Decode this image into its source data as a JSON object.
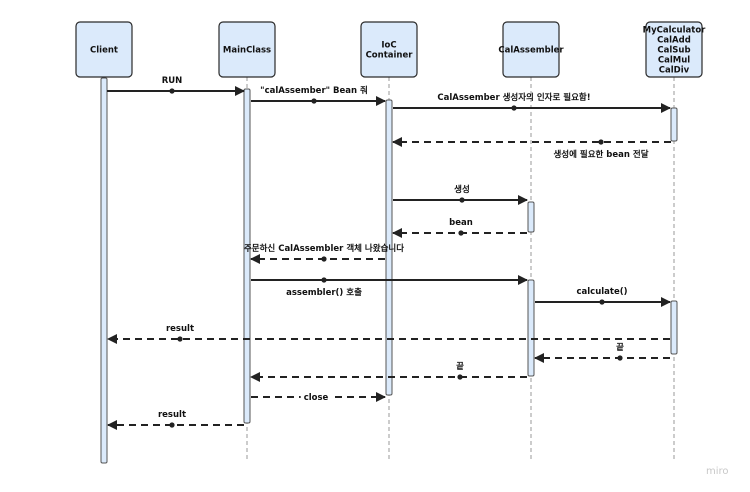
{
  "participants": [
    {
      "id": "client",
      "lines": [
        "Client"
      ]
    },
    {
      "id": "mainclass",
      "lines": [
        "MainClass"
      ]
    },
    {
      "id": "ioc",
      "lines": [
        "IoC",
        "Container"
      ]
    },
    {
      "id": "calassembler",
      "lines": [
        "CalAssembler"
      ]
    },
    {
      "id": "mycalculator",
      "lines": [
        "MyCalculator",
        "CalAdd",
        "CalSub",
        "CalMul",
        "CalDiv"
      ]
    }
  ],
  "messages": [
    {
      "from": "client",
      "to": "mainclass",
      "style": "solid",
      "label": "RUN",
      "label_pos": "above"
    },
    {
      "from": "mainclass",
      "to": "ioc",
      "style": "solid",
      "label": "\"calAssember\" Bean 줘",
      "label_pos": "above"
    },
    {
      "from": "ioc",
      "to": "mycalculator",
      "style": "solid",
      "label": "CalAssember 생성자의 인자로 필요함!",
      "label_pos": "above"
    },
    {
      "from": "mycalculator",
      "to": "ioc",
      "style": "dashed",
      "label": "생성에 필요한 bean 전달",
      "label_pos": "below"
    },
    {
      "from": "ioc",
      "to": "calassembler",
      "style": "solid",
      "label": "생성",
      "label_pos": "above"
    },
    {
      "from": "calassembler",
      "to": "ioc",
      "style": "dashed",
      "label": "bean",
      "label_pos": "above"
    },
    {
      "from": "ioc",
      "to": "mainclass",
      "style": "dashed",
      "label": "주문하신 CalAssembler 객체 나왔습니다",
      "label_pos": "above"
    },
    {
      "from": "mainclass",
      "to": "calassembler",
      "style": "solid",
      "label": "assembler() 호출",
      "label_pos": "below"
    },
    {
      "from": "calassembler",
      "to": "mycalculator",
      "style": "solid",
      "label": "calculate()",
      "label_pos": "above"
    },
    {
      "from": "mycalculator",
      "to": "client",
      "style": "dashed",
      "label": "result",
      "label_pos": "above"
    },
    {
      "from": "mycalculator",
      "to": "calassembler",
      "style": "dashed",
      "label": "끝",
      "label_pos": "above"
    },
    {
      "from": "calassembler",
      "to": "mainclass",
      "style": "dashed",
      "label": "끝",
      "label_pos": "above"
    },
    {
      "from": "mainclass",
      "to": "ioc",
      "style": "dashed",
      "label": "close",
      "label_pos": "inline"
    },
    {
      "from": "mainclass",
      "to": "client",
      "style": "dashed",
      "label": "result",
      "label_pos": "above"
    }
  ],
  "watermark": "miro",
  "colors": {
    "participant_fill": "#dbeafb",
    "stroke": "#222222",
    "lifeline": "#9a9a9a"
  }
}
